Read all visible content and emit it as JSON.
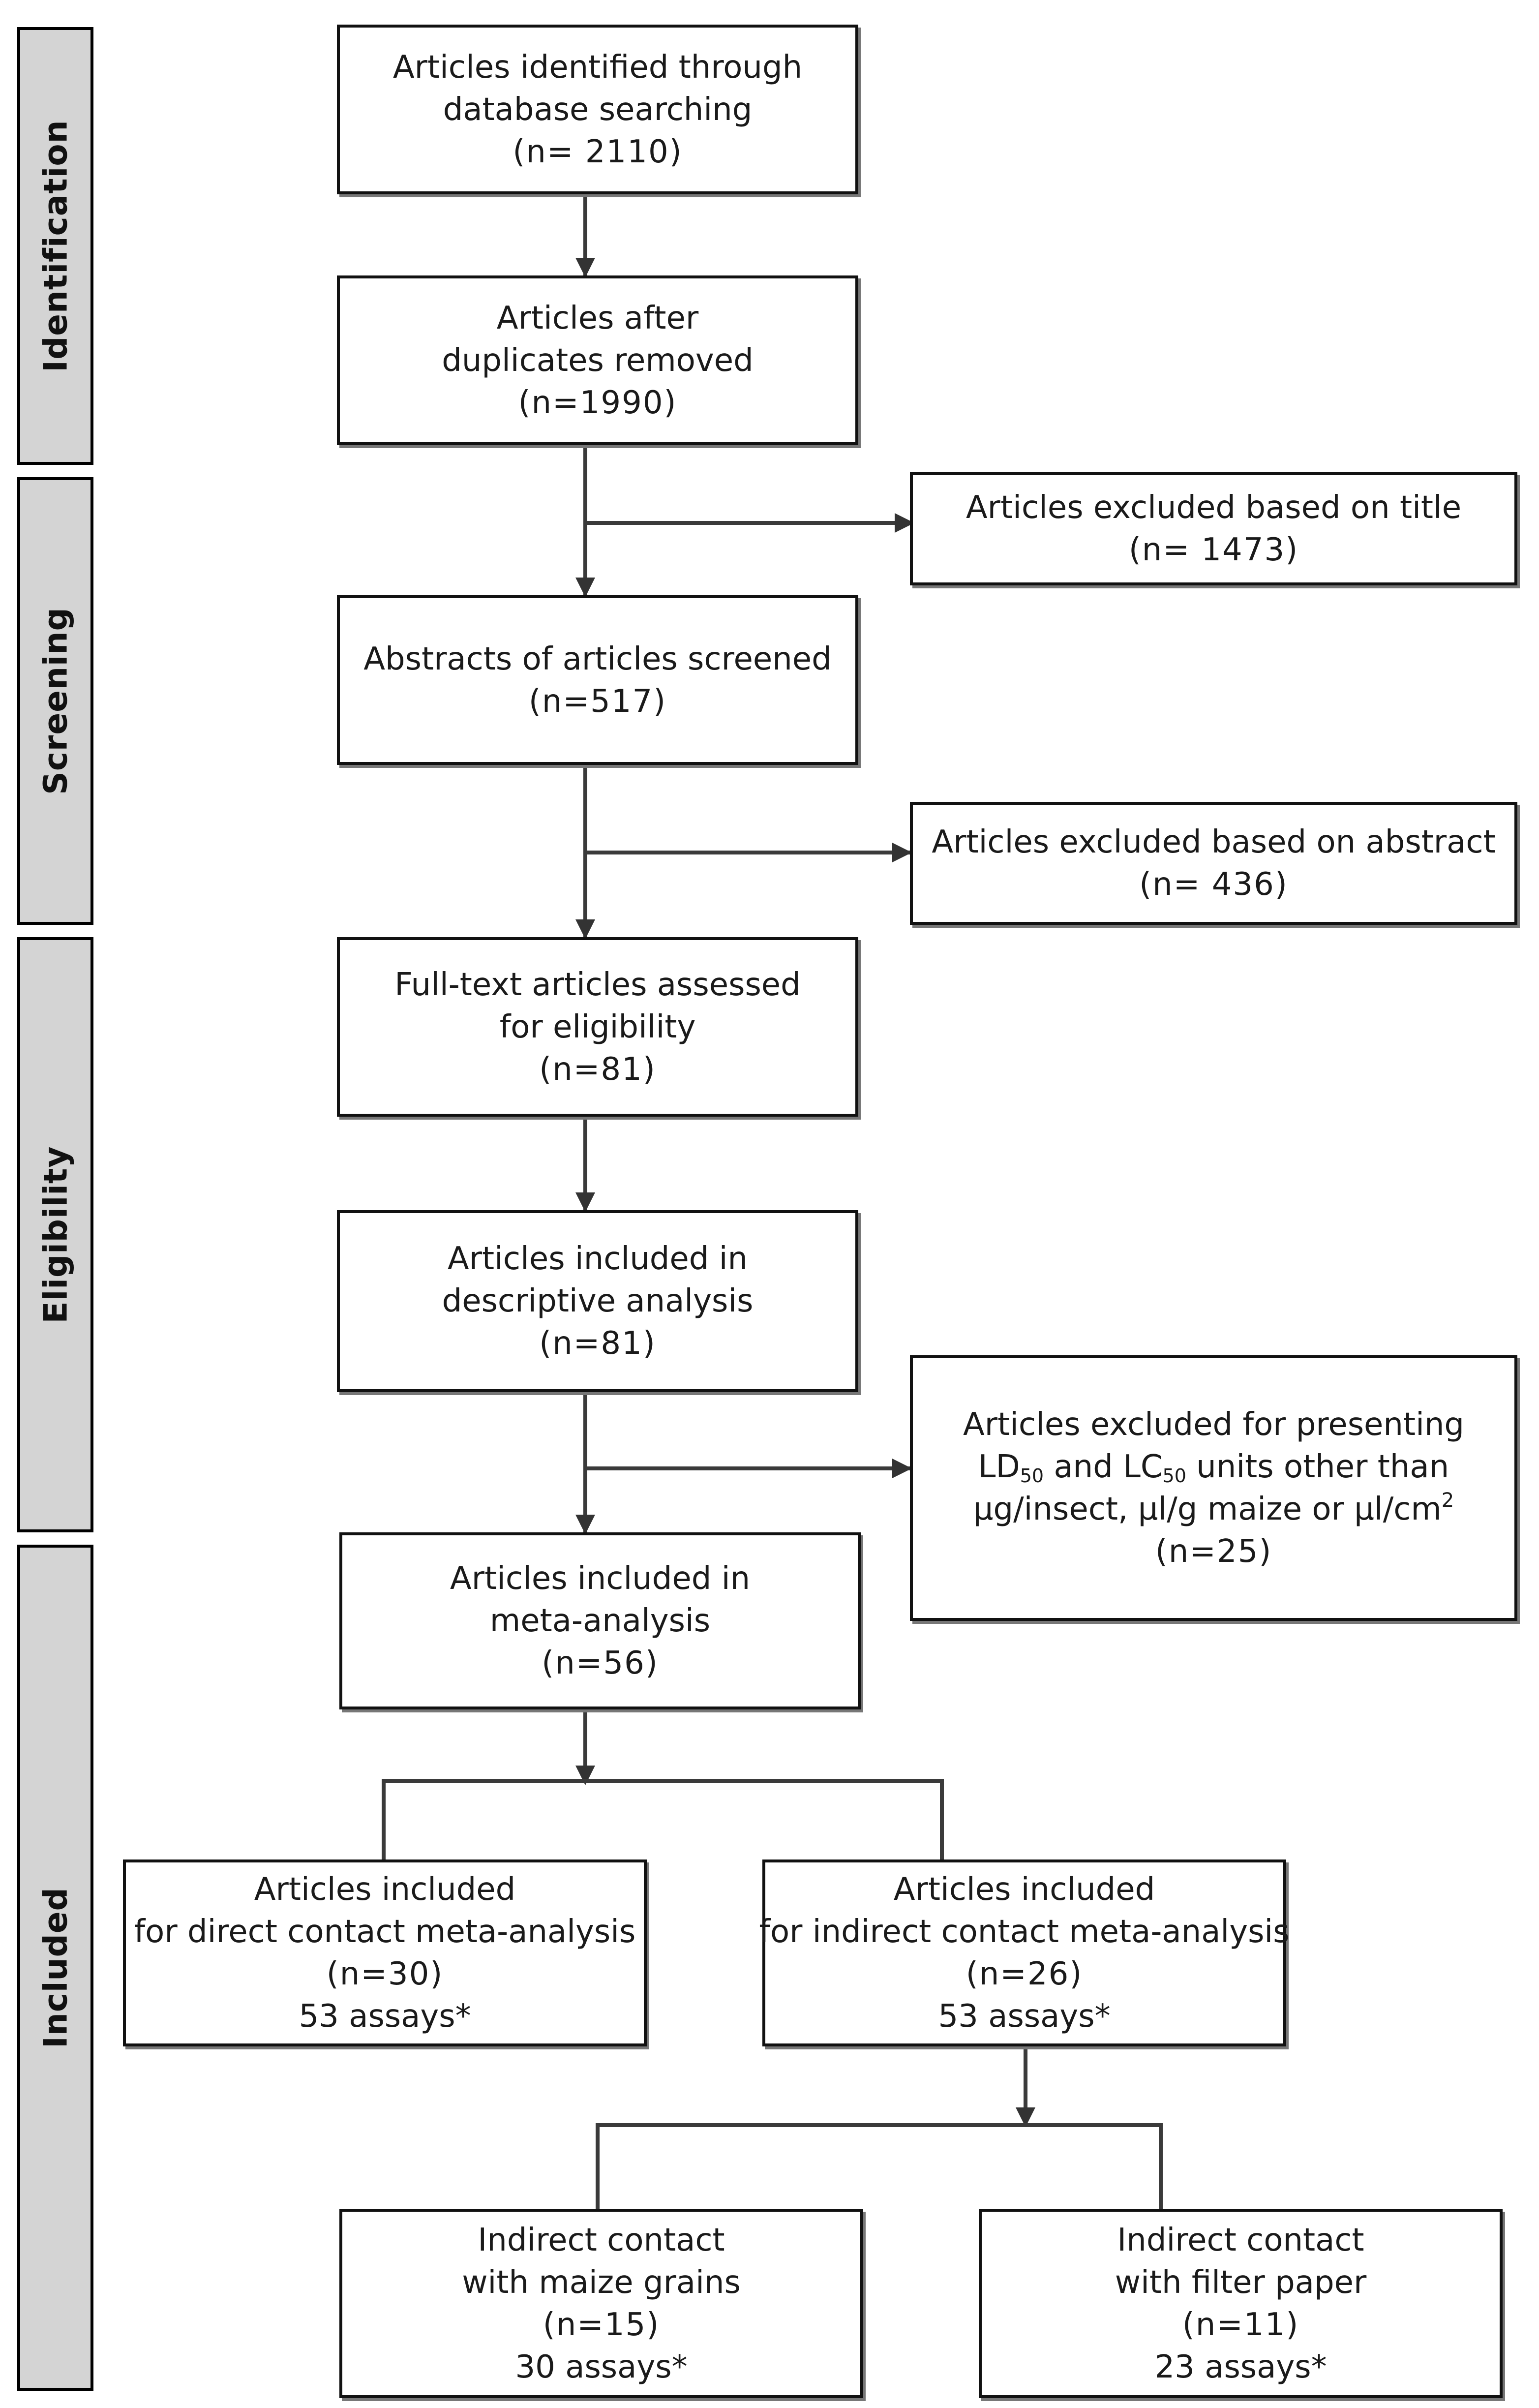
{
  "phases": {
    "identification": "Identification",
    "screening": "Screening",
    "eligibility": "Eligibility",
    "included": "Included"
  },
  "boxes": {
    "identified": {
      "line1": "Articles identified through",
      "line2": "database searching",
      "count": "(n= 2110)"
    },
    "deduplicated": {
      "line1": "Articles after",
      "line2": "duplicates removed",
      "count": "(n=1990)"
    },
    "excluded_title": {
      "line1": "Articles excluded based on title",
      "count": "(n= 1473)"
    },
    "abstracts_screened": {
      "line1": "Abstracts of articles screened",
      "count": "(n=517)"
    },
    "excluded_abstract": {
      "line1": "Articles excluded based on abstract",
      "count": "(n= 436)"
    },
    "fulltext": {
      "line1": "Full-text articles assessed",
      "line2": "for eligibility",
      "count": "(n=81)"
    },
    "descriptive": {
      "line1": "Articles included in",
      "line2": "descriptive analysis",
      "count": "(n=81)"
    },
    "excluded_units": {
      "line1": "Articles excluded for presenting",
      "ld": "LD",
      "sub1": "50",
      "and": " and LC",
      "sub2": "50",
      "rest": " units other than",
      "line3": "µg/insect, µl/g maize or µl/cm",
      "sup": "2",
      "count": "(n=25)"
    },
    "meta": {
      "line1": "Articles included in",
      "line2": "meta-analysis",
      "count": "(n=56)"
    },
    "direct": {
      "line1": "Articles included",
      "line2": "for direct contact meta-analysis",
      "count": "(n=30)",
      "assays": "53 assays*"
    },
    "indirect": {
      "line1": "Articles included",
      "line2": "for indirect contact meta-analysis",
      "count": "(n=26)",
      "assays": "53 assays*"
    },
    "maize": {
      "line1": "Indirect contact",
      "line2": "with maize grains",
      "count": "(n=15)",
      "assays": "30 assays*"
    },
    "filter": {
      "line1": "Indirect contact",
      "line2": "with filter paper",
      "count": "(n=11)",
      "assays": "23 assays*"
    }
  }
}
